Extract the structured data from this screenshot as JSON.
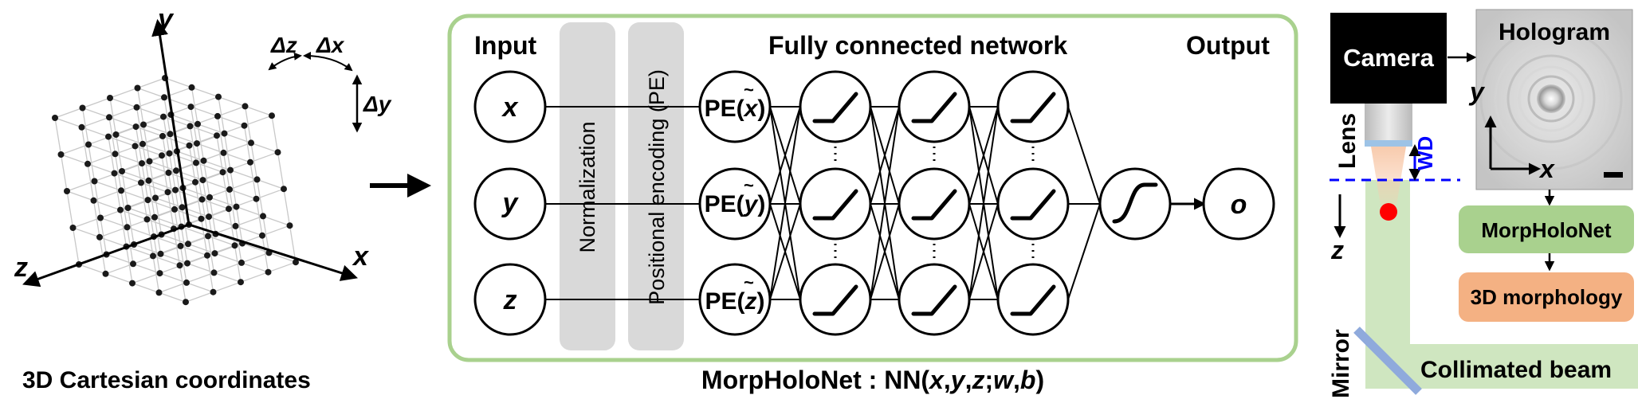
{
  "panel_a": {
    "axis_x": "x",
    "axis_y": "y",
    "axis_z": "z",
    "delta_x": "Δx",
    "delta_y": "Δy",
    "delta_z": "Δz",
    "caption": "3D Cartesian coordinates"
  },
  "panel_b": {
    "input_title": "Input",
    "network_title": "Fully connected network",
    "output_title": "Output",
    "normalization_label": "Normalization",
    "pe_label": "Positional encoding (PE)",
    "inputs": [
      "x",
      "y",
      "z"
    ],
    "pe_prefix": "PE(",
    "pe_vars": [
      "x",
      "y",
      "z"
    ],
    "pe_suffix": ")",
    "tilde": "~",
    "output": "o",
    "caption": "MorpHoloNet : NN(x,y,z;w,b)"
  },
  "panel_c": {
    "camera_label": "Camera",
    "hologram_title": "Hologram",
    "holo_axis_y": "y",
    "holo_axis_x": "x",
    "lens_label": "Lens",
    "wd_label": "WD",
    "axis_z": "z",
    "morpholonet_box": "MorpHoloNet",
    "morphology_box": "3D morphology",
    "mirror_label": "Mirror",
    "beam_label": "Collimated beam"
  },
  "colors": {
    "panel_border": "#a9d18e",
    "gray_bar": "#d9d9d9",
    "green_box": "#a9d18e",
    "orange_box": "#f4b183",
    "beam": "#cfe6c0",
    "mirror": "#8faadc",
    "wd_blue": "#0000ff",
    "sample_red": "#ff0000"
  }
}
